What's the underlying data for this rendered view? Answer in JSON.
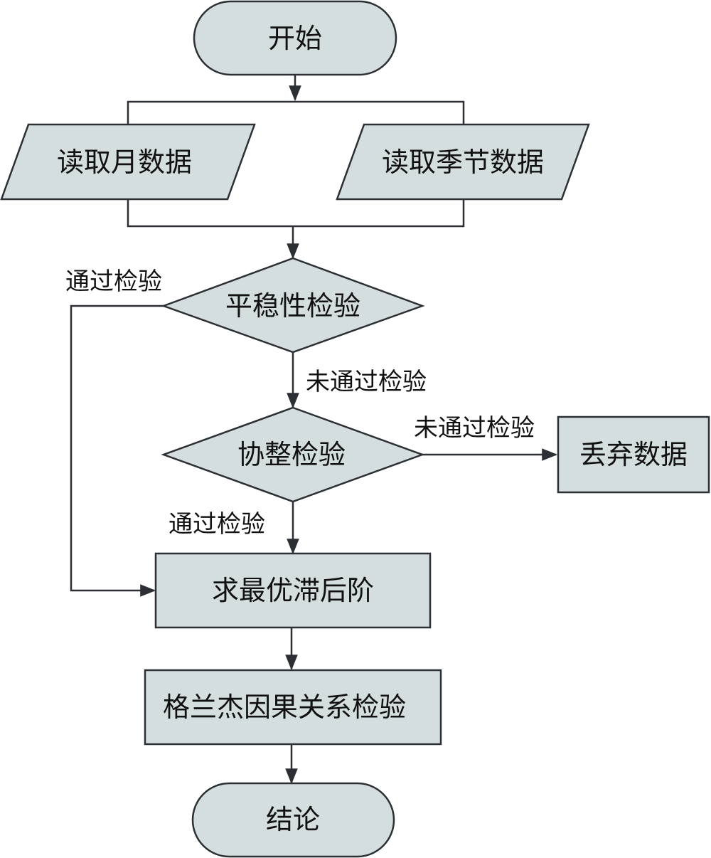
{
  "nodes": {
    "start": "开始",
    "read_monthly": "读取月数据",
    "read_quarterly": "读取季节数据",
    "stationarity_test": "平稳性检验",
    "cointegration_test": "协整检验",
    "discard_data": "丢弃数据",
    "optimal_lag": "求最优滞后阶",
    "granger_test": "格兰杰因果关系检验",
    "conclusion": "结论"
  },
  "edge_labels": {
    "stationarity_pass": "通过检验",
    "stationarity_fail": "未通过检验",
    "cointegration_fail": "未通过检验",
    "cointegration_pass": "通过检验"
  },
  "colors": {
    "node_fill": "#d5dedf",
    "stroke": "#2c2f33"
  }
}
